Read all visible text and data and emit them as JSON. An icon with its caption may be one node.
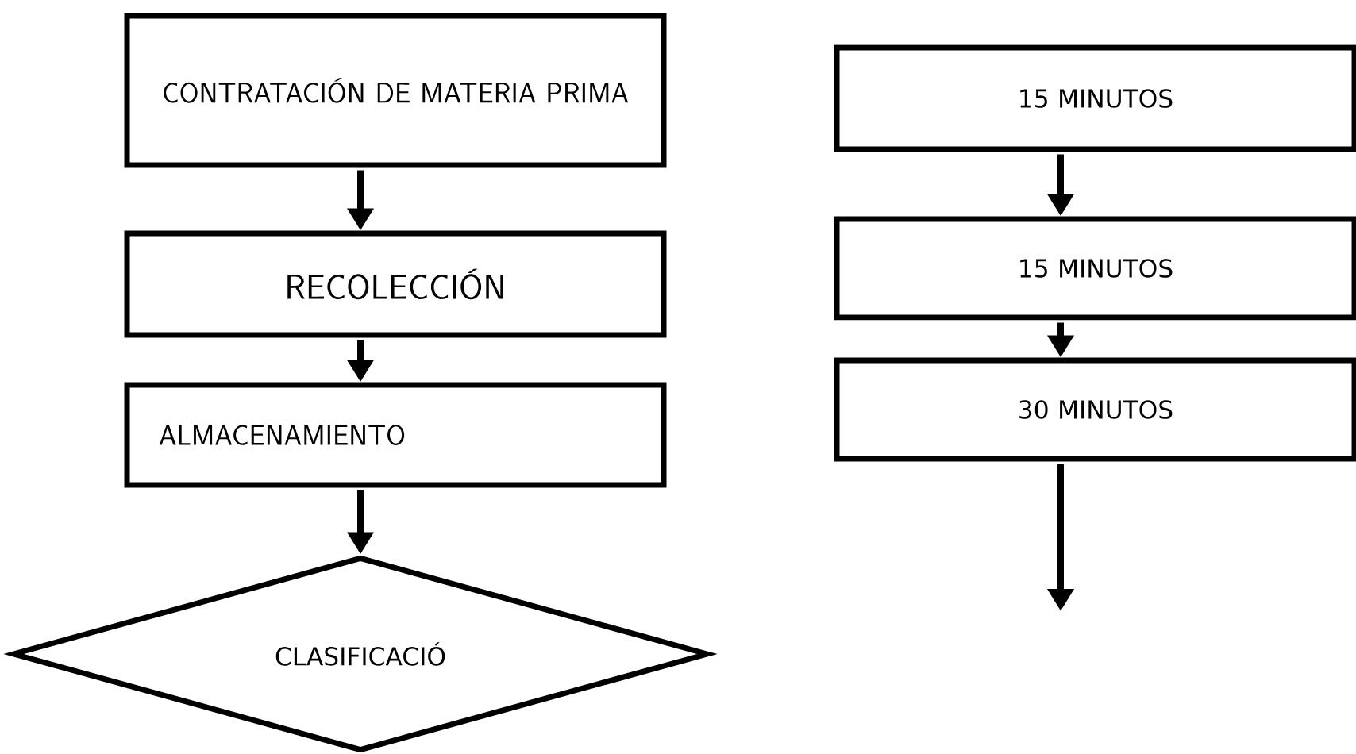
{
  "diagram": {
    "nodes": [
      {
        "text": [
          "CONTRATACIÓN DE MATERIA PRIMA"
        ]
      },
      {
        "text": [
          "RECOLECCIÓN"
        ]
      },
      {
        "text": [
          "ALMACENAMIENTO"
        ]
      },
      {
        "text": [
          "CLASIFICACIÓ"
        ]
      },
      {
        "text": [
          "15 MINUTOS"
        ]
      },
      {
        "text": [
          "15 MINUTOS"
        ]
      },
      {
        "text": [
          "30 MINUTOS"
        ]
      }
    ],
    "edges": [
      {
        "from": 0,
        "to": 1,
        "arrow": "to"
      },
      {
        "from": 1,
        "to": 2,
        "arrow": "to"
      },
      {
        "from": 2,
        "to": 3,
        "arrow": "to"
      },
      {
        "from": 4,
        "to": 5,
        "arrow": "to"
      },
      {
        "from": 5,
        "to": 6,
        "arrow": "to"
      },
      {
        "from": 6,
        "to": null,
        "arrow": "to"
      }
    ]
  }
}
